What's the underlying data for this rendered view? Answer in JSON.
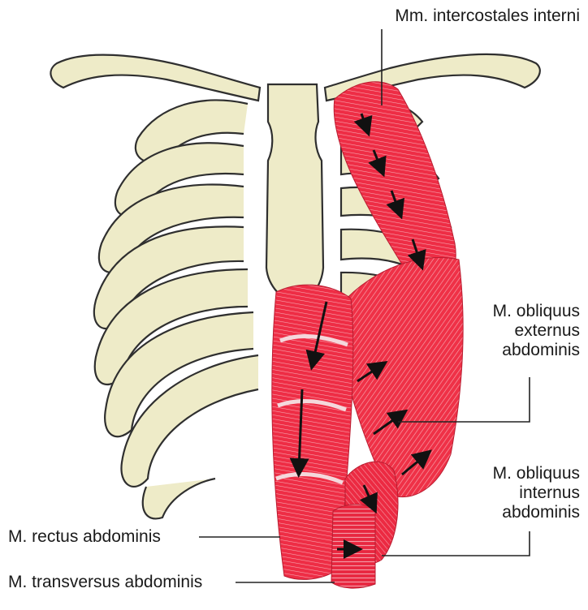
{
  "labels": {
    "intercostales": "Mm. intercostales interni",
    "obliquus_externus": [
      "M. obliquus",
      "externus",
      "abdominis"
    ],
    "obliquus_internus": [
      "M. obliquus",
      "internus",
      "abdominis"
    ],
    "rectus": "M. rectus abdominis",
    "transversus": "M. transversus abdominis"
  },
  "colors": {
    "bone": "#eeebc8",
    "bone_outline": "#2f2f2f",
    "muscle": "#ee2d45",
    "muscle_fiber": "#f6a0ab",
    "arrow": "#111111",
    "leader": "#222222"
  }
}
